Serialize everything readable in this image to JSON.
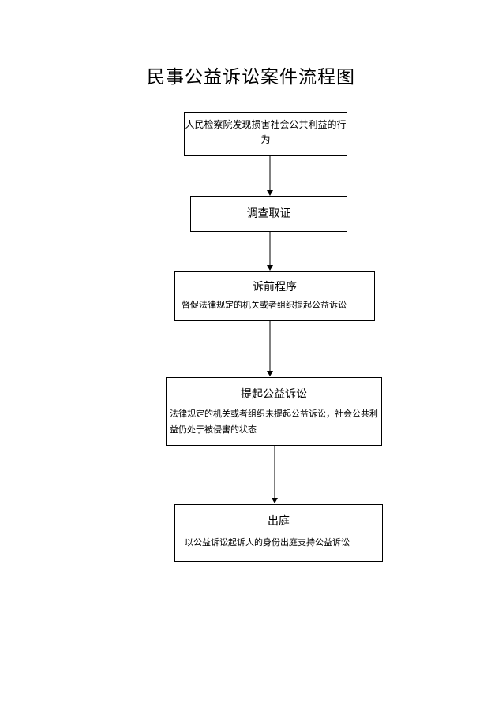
{
  "title": "民事公益诉讼案件流程图",
  "steps": [
    {
      "heading": "",
      "text": "人民检察院发现损害社会公共利益的行为"
    },
    {
      "heading": "调查取证",
      "text": ""
    },
    {
      "heading": "诉前程序",
      "text": "督促法律规定的机关或者组织提起公益诉讼"
    },
    {
      "heading": "提起公益诉讼",
      "text": "法律规定的机关或者组织未提起公益诉讼，社会公共利益仍处于被侵害的状态"
    },
    {
      "heading": "出庭",
      "text": "以公益诉讼起诉人的身份出庭支持公益诉讼"
    }
  ]
}
